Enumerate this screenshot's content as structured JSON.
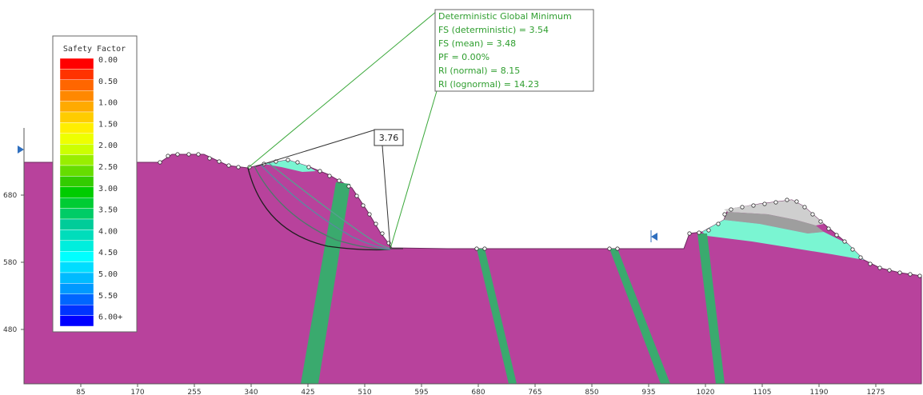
{
  "legend": {
    "title": "Safety Factor",
    "entries": [
      {
        "label": "0.00",
        "color": "#ff0000"
      },
      {
        "label": "",
        "color": "#ff3300"
      },
      {
        "label": "0.50",
        "color": "#ff6600"
      },
      {
        "label": "",
        "color": "#ff8800"
      },
      {
        "label": "1.00",
        "color": "#ffaa00"
      },
      {
        "label": "",
        "color": "#ffcc00"
      },
      {
        "label": "1.50",
        "color": "#ffee00"
      },
      {
        "label": "",
        "color": "#eeff00"
      },
      {
        "label": "2.00",
        "color": "#ccff00"
      },
      {
        "label": "",
        "color": "#99ee00"
      },
      {
        "label": "2.50",
        "color": "#66dd00"
      },
      {
        "label": "",
        "color": "#33cc00"
      },
      {
        "label": "3.00",
        "color": "#00cc00"
      },
      {
        "label": "",
        "color": "#00cc33"
      },
      {
        "label": "3.50",
        "color": "#00cc66"
      },
      {
        "label": "",
        "color": "#00cc99"
      },
      {
        "label": "4.00",
        "color": "#00ddbb"
      },
      {
        "label": "",
        "color": "#00eedd"
      },
      {
        "label": "4.50",
        "color": "#00ffff"
      },
      {
        "label": "",
        "color": "#00ddff"
      },
      {
        "label": "5.00",
        "color": "#00bbff"
      },
      {
        "label": "",
        "color": "#0099ff"
      },
      {
        "label": "5.50",
        "color": "#0066ff"
      },
      {
        "label": "",
        "color": "#0033ff"
      },
      {
        "label": "6.00+",
        "color": "#0000ff"
      }
    ]
  },
  "global_min_box": {
    "lines": [
      "Deterministic Global Minimum",
      "FS (deterministic) = 3.54",
      "FS (mean) = 3.48",
      "PF = 0.00%",
      "RI (normal) = 8.15",
      "RI (lognormal) = 14.23"
    ]
  },
  "fs_label": "3.76",
  "x_axis_ticks": [
    "85",
    "170",
    "255",
    "340",
    "425",
    "510",
    "595",
    "680",
    "765",
    "850",
    "935",
    "1020",
    "1105",
    "1190",
    "1275"
  ],
  "y_axis_ticks": [
    "680",
    "580",
    "480"
  ],
  "colors": {
    "soil_main": "#b8429c",
    "dike": "#3aaa6e",
    "upper_layer": "#7af5d2",
    "gray_layer": "#9e9e9e",
    "light_gray_layer": "#cfcfcf",
    "annotation_green": "#2e9e2e",
    "water_marker": "#2f6fbf"
  }
}
